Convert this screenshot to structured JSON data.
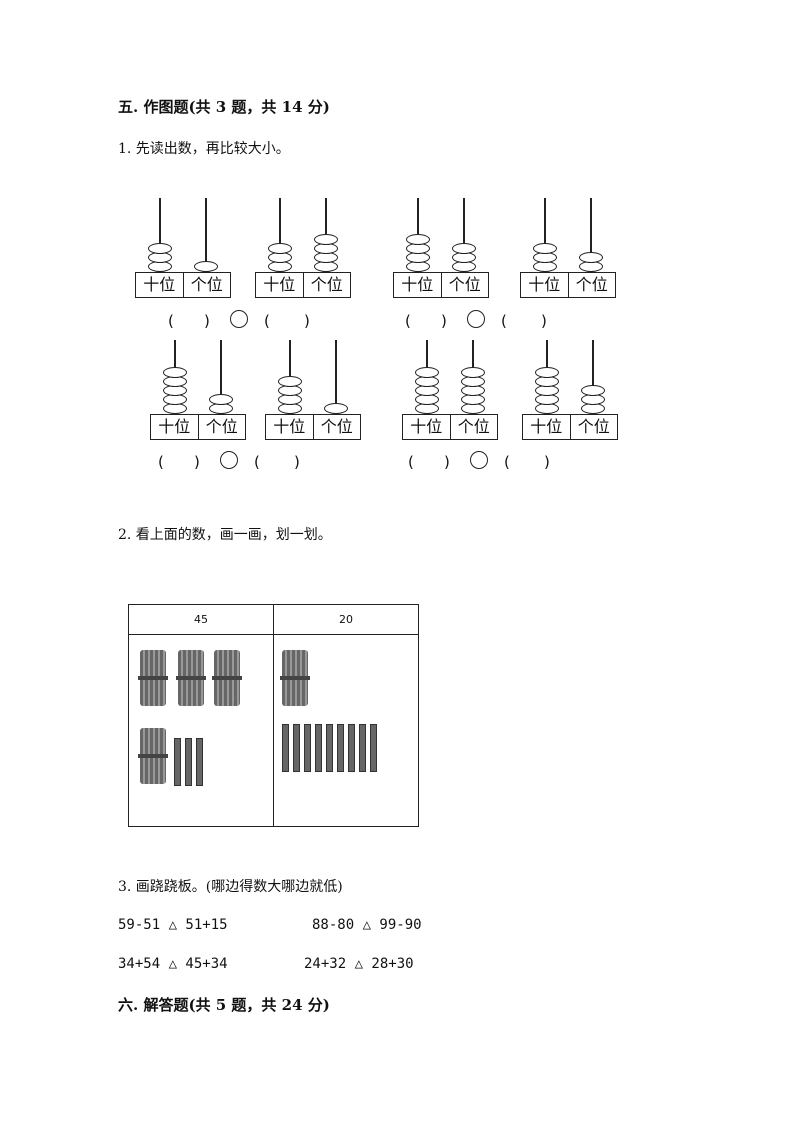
{
  "section5": {
    "title": "五. 作图题(共 3 题，共 14 分)"
  },
  "q1": {
    "prompt": "1. 先读出数，再比较大小。",
    "tens_label": "十位",
    "ones_label": "个位",
    "abaci": [
      {
        "tens": 3,
        "ones": 1
      },
      {
        "tens": 3,
        "ones": 4
      },
      {
        "tens": 4,
        "ones": 3
      },
      {
        "tens": 3,
        "ones": 2
      },
      {
        "tens": 5,
        "ones": 2
      },
      {
        "tens": 4,
        "ones": 1
      },
      {
        "tens": 5,
        "ones": 5
      },
      {
        "tens": 5,
        "ones": 3
      }
    ],
    "open": "(",
    "close": ")"
  },
  "q2": {
    "prompt": "2. 看上面的数，画一画，划一划。",
    "col1": "45",
    "col2": "20"
  },
  "q3": {
    "prompt": "3. 画跷跷板。(哪边得数大哪边就低)",
    "items": [
      "59-51 △ 51+15",
      "88-80 △ 99-90",
      "34+54 △ 45+34",
      "24+32 △ 28+30"
    ]
  },
  "section6": {
    "title": "六. 解答题(共 5 题，共 24 分)"
  }
}
